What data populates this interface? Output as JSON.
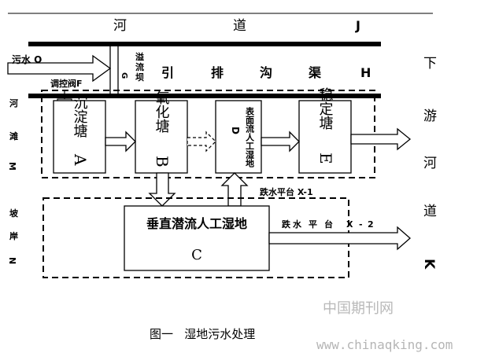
{
  "river": {
    "chars": [
      "河",
      "道",
      "J"
    ]
  },
  "sewage_in": "污水 O",
  "overflow_dam": {
    "chars": [
      "溢",
      "流",
      "坝"
    ],
    "letter": "G"
  },
  "control_valve": "调控阀F",
  "drain_channel": {
    "chars": [
      "引",
      "排",
      "沟",
      "渠",
      "H"
    ]
  },
  "floodplain": {
    "chars": [
      "河",
      "滩",
      "M"
    ]
  },
  "slope": {
    "chars": [
      "坡",
      "岸",
      "N"
    ]
  },
  "ponds": [
    {
      "label": "沉淀塘",
      "letter": "A"
    },
    {
      "label": "氧化塘",
      "letter": "B"
    },
    {
      "label": "表面流人工湿地",
      "letter": "D"
    },
    {
      "label": "稳定塘",
      "letter": "E"
    }
  ],
  "vertical_wetland": {
    "title": "垂直潜流人工湿地",
    "letter": "C"
  },
  "drop_platform_1": "跌水平台 X-1",
  "drop_platform_2": {
    "chars": [
      "跌",
      "水",
      "平",
      "台",
      "X",
      "-",
      "2"
    ]
  },
  "downstream": {
    "chars": [
      "下",
      "游",
      "河",
      "道",
      "K"
    ]
  },
  "caption": "图一   湿地污水处理",
  "watermark": {
    "cn": "中国期刊网",
    "url": "www.chinaqking.com"
  }
}
